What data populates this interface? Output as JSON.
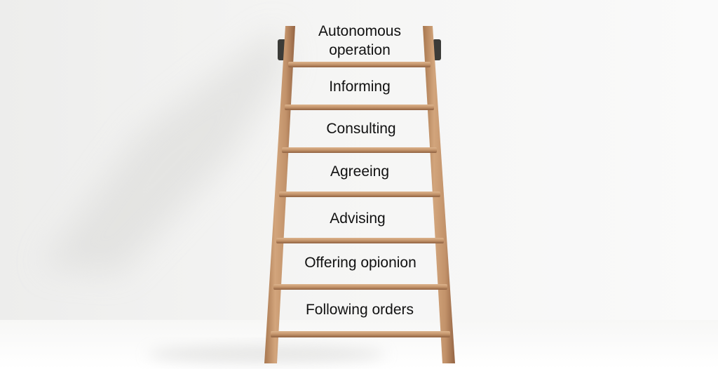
{
  "ladder": {
    "steps": [
      {
        "label": "Autonomous\noperation"
      },
      {
        "label": "Informing"
      },
      {
        "label": "Consulting"
      },
      {
        "label": "Agreeing"
      },
      {
        "label": "Advising"
      },
      {
        "label": "Offering opionion"
      },
      {
        "label": "Following orders"
      }
    ]
  },
  "colors": {
    "wall": "#f3f3f2",
    "floor": "#fbfbfa",
    "wood": "#c89a72",
    "wood_dark": "#9a6b47",
    "bracket": "#3b3b38",
    "text": "#111111"
  }
}
